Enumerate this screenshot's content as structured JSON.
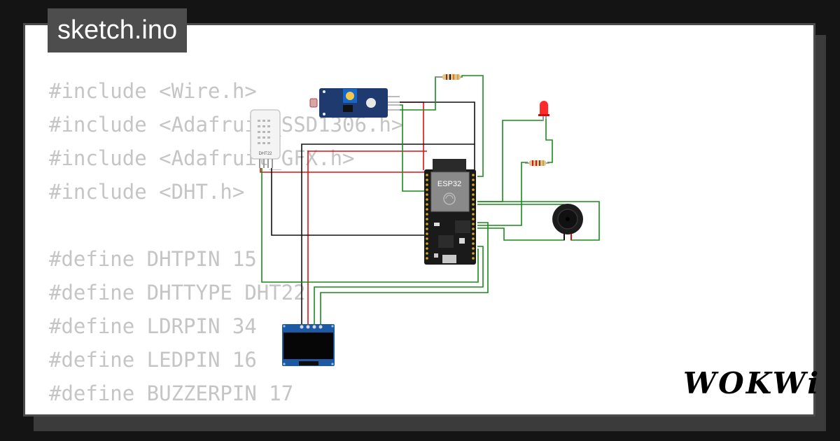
{
  "filename": "sketch.ino",
  "code_lines": [
    "#include <Wire.h>",
    "#include <Adafruit_SSD1306.h>",
    "#include <Adafruit_GFX.h>",
    "#include <DHT.h>",
    "",
    "#define DHTPIN 15",
    "#define DHTTYPE DHT22",
    "#define LDRPIN 34",
    "#define LEDPIN 16",
    "#define BUZZERPIN 17"
  ],
  "components": {
    "dht_label": "DHT22",
    "mcu_label": "ESP32"
  },
  "brand": "WOKWi",
  "colors": {
    "background": "#141414",
    "card": "#ffffff",
    "code_text": "#c5c5c5",
    "wire_green": "#1a8a1a",
    "wire_red": "#e01010",
    "wire_black": "#111111"
  }
}
